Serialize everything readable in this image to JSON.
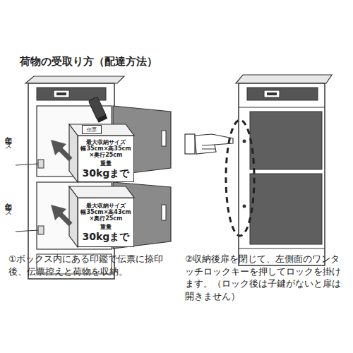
{
  "diagram": {
    "title": "荷物の受取り方（配達方法）",
    "nodes": [
      {
        "text": [
          "伝票"
        ]
      },
      {
        "text": [
          "最大収納サイズ",
          "幅35cm×高35cm ×奥行25cm",
          "重量",
          "30kgまで"
        ]
      },
      {
        "text": [
          "最大収納サイズ",
          "幅35cm×高43cm ×奥行25cm",
          "重量",
          "30kgまで"
        ]
      }
    ],
    "labels": [
      "印鑑ケース",
      "印鑑ケース",
      "①ボックス内にある印鑑で伝票に捺印後、伝票控えと荷物を収納。",
      "②収納後扉を閉じて、左側面のワンタッチロックキーを押してロックを掛けます。（ロック後は子鍵がないと扉は開きません）"
    ]
  }
}
